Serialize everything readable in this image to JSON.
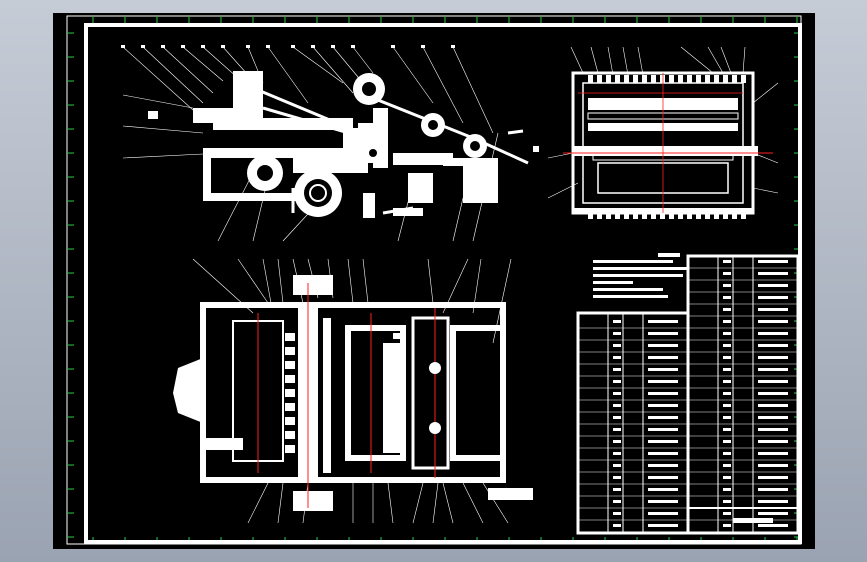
{
  "drawing": {
    "background": "#000000",
    "frame_color": "#ffffff",
    "border_tick_color": "#22cc44",
    "centerline_color": "#ff2020",
    "viewport_color": "#aeb6c4"
  },
  "views": [
    {
      "id": "side-view"
    },
    {
      "id": "end-view"
    },
    {
      "id": "top-view"
    }
  ],
  "notes": {
    "title": "",
    "lines": []
  },
  "parts_list": {
    "rows": []
  },
  "title_block": {
    "name": ""
  }
}
